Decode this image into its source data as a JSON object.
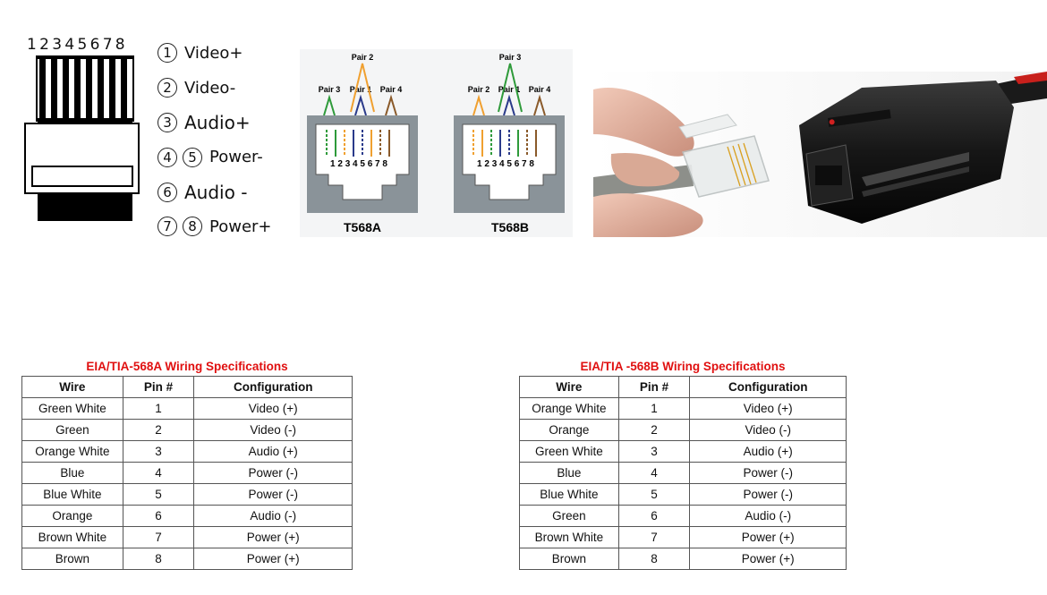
{
  "pinout": {
    "pin_numbers": "12345678",
    "legend": [
      {
        "circles": [
          "1"
        ],
        "label": "Video+"
      },
      {
        "circles": [
          "2"
        ],
        "label": "Video-"
      },
      {
        "circles": [
          "3"
        ],
        "label": "Audio+"
      },
      {
        "circles": [
          "4",
          "5"
        ],
        "label": "Power-"
      },
      {
        "circles": [
          "6"
        ],
        "label": "Audio -"
      },
      {
        "circles": [
          "7",
          "8"
        ],
        "label": "Power+"
      }
    ]
  },
  "jacks": {
    "t568a": {
      "label": "T568A",
      "pair_top": "Pair 2",
      "pair_left": "Pair 3",
      "pair_mid": "Pair 1",
      "pair_right": "Pair 4",
      "pins": "1 2 3 4 5 6 7 8"
    },
    "t568b": {
      "label": "T568B",
      "pair_top": "Pair 3",
      "pair_left": "Pair 2",
      "pair_mid": "Pair 1",
      "pair_right": "Pair 4",
      "pins": "1 2 3 4 5 6 7 8"
    }
  },
  "tables": {
    "a": {
      "title": "EIA/TIA-568A Wiring Specifications",
      "headers": [
        "Wire",
        "Pin #",
        "Configuration"
      ],
      "rows": [
        [
          "Green White",
          "1",
          "Video (+)"
        ],
        [
          "Green",
          "2",
          "Video (-)"
        ],
        [
          "Orange White",
          "3",
          "Audio (+)"
        ],
        [
          "Blue",
          "4",
          "Power (-)"
        ],
        [
          "Blue White",
          "5",
          "Power (-)"
        ],
        [
          "Orange",
          "6",
          "Audio (-)"
        ],
        [
          "Brown White",
          "7",
          "Power (+)"
        ],
        [
          "Brown",
          "8",
          "Power (+)"
        ]
      ]
    },
    "b": {
      "title": "EIA/TIA -568B Wiring Specifications",
      "headers": [
        "Wire",
        "Pin #",
        "Configuration"
      ],
      "rows": [
        [
          "Orange White",
          "1",
          "Video (+)"
        ],
        [
          "Orange",
          "2",
          "Video (-)"
        ],
        [
          "Green White",
          "3",
          "Audio (+)"
        ],
        [
          "Blue",
          "4",
          "Power (-)"
        ],
        [
          "Blue White",
          "5",
          "Power (-)"
        ],
        [
          "Green",
          "6",
          "Audio (-)"
        ],
        [
          "Brown White",
          "7",
          "Power (+)"
        ],
        [
          "Brown",
          "8",
          "Power (+)"
        ]
      ]
    }
  },
  "colors": {
    "title_red": "#e01010",
    "jack_gray": "#8a9399",
    "green": "#2e9a3a",
    "orange": "#f0a030",
    "blue": "#2a3a8a",
    "brown": "#8a5a2a"
  }
}
